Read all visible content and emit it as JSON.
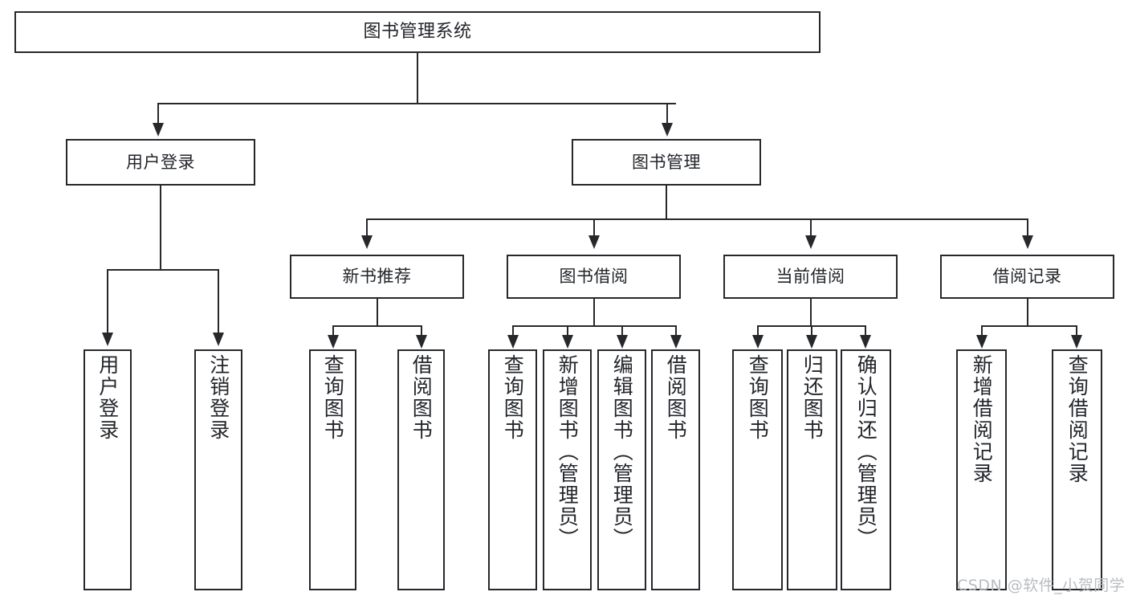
{
  "diagram": {
    "title": "图书管理系统",
    "type": "hierarchy-tree",
    "root": {
      "id": "root",
      "label": "图书管理系统"
    },
    "level1": [
      {
        "id": "user-login",
        "label": "用户登录"
      },
      {
        "id": "book-manage",
        "label": "图书管理"
      }
    ],
    "level2": [
      {
        "id": "new-book-recommend",
        "label": "新书推荐",
        "parent": "book-manage"
      },
      {
        "id": "book-borrow",
        "label": "图书借阅",
        "parent": "book-manage"
      },
      {
        "id": "current-borrow",
        "label": "当前借阅",
        "parent": "book-manage"
      },
      {
        "id": "borrow-record",
        "label": "借阅记录",
        "parent": "book-manage"
      }
    ],
    "leaves": [
      {
        "id": "leaf-user-login",
        "label": "用户登录",
        "parent": "user-login"
      },
      {
        "id": "leaf-logout-login",
        "label": "注销登录",
        "parent": "user-login"
      },
      {
        "id": "leaf-query-book-1",
        "label": "查询图书",
        "parent": "new-book-recommend"
      },
      {
        "id": "leaf-borrow-book-1",
        "label": "借阅图书",
        "parent": "new-book-recommend"
      },
      {
        "id": "leaf-query-book-2",
        "label": "查询图书",
        "parent": "book-borrow"
      },
      {
        "id": "leaf-add-book",
        "label": "新增图书（管理员）",
        "parent": "book-borrow"
      },
      {
        "id": "leaf-edit-book",
        "label": "编辑图书（管理员）",
        "parent": "book-borrow"
      },
      {
        "id": "leaf-borrow-book-2",
        "label": "借阅图书",
        "parent": "book-borrow"
      },
      {
        "id": "leaf-query-book-3",
        "label": "查询图书",
        "parent": "current-borrow"
      },
      {
        "id": "leaf-return-book",
        "label": "归还图书",
        "parent": "current-borrow"
      },
      {
        "id": "leaf-confirm-return",
        "label": "确认归还（管理员）",
        "parent": "current-borrow"
      },
      {
        "id": "leaf-add-record",
        "label": "新增借阅记录",
        "parent": "borrow-record"
      },
      {
        "id": "leaf-query-record",
        "label": "查询借阅记录",
        "parent": "borrow-record"
      }
    ],
    "colors": {
      "stroke": "#26282b",
      "fill": "#ffffff",
      "text": "#22252a",
      "watermark": "#b9bcc0"
    }
  },
  "watermark": {
    "text": "CSDN @软件_小贺同学"
  }
}
